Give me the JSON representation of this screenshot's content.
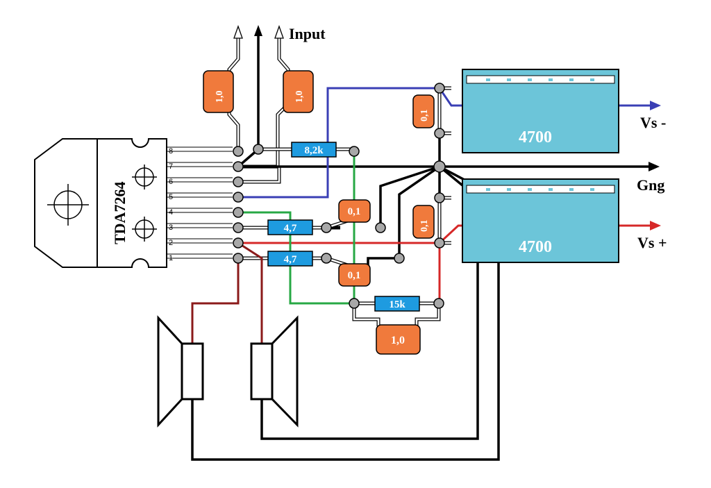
{
  "chip": {
    "name": "TDA7264",
    "pins": [
      "8",
      "7",
      "6",
      "5",
      "4",
      "3",
      "2",
      "1"
    ]
  },
  "labels": {
    "input": "Input",
    "vs_minus": "Vs -",
    "gnd": "Gng",
    "vs_plus": "Vs +"
  },
  "components": {
    "cap_in_left": "1,0",
    "cap_in_right": "1,0",
    "res_fb": "8,2k",
    "res_47_top": "4,7",
    "res_47_bottom": "4,7",
    "cap_01_top": "0,1",
    "cap_01_bottom": "0,1",
    "cap_01_vsminus": "0,1",
    "cap_01_vsplus": "0,1",
    "res_15k": "15k",
    "cap_10_bottom": "1,0",
    "elec_top": "4700",
    "elec_bottom": "4700"
  },
  "colors": {
    "black_wire": "#000000",
    "blue_wire": "#3a3fb5",
    "red_wire": "#d62828",
    "dark_red_wire": "#8b1a1a",
    "green_wire": "#27a844",
    "resistor": "#1e9be0",
    "capacitor": "#f07a3c",
    "electrolytic": "#6cc5d9",
    "node": "#a8a8a8"
  }
}
